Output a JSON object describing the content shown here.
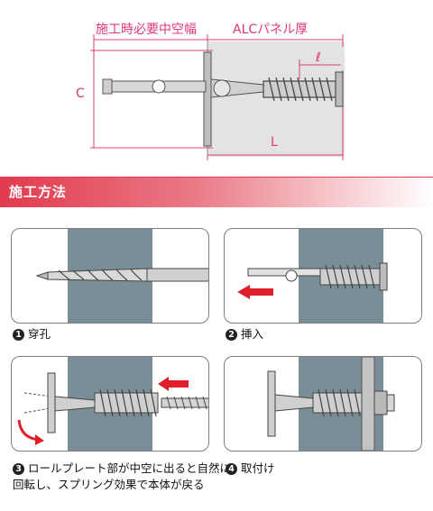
{
  "diagram": {
    "label_hollow_width": "施工時必要中空幅",
    "label_alc_thickness": "ALCパネル厚",
    "label_c": "C",
    "label_l": "L",
    "label_ell": "ℓ"
  },
  "section": {
    "title": "施工方法"
  },
  "steps": [
    {
      "num": "1",
      "line1": "穿孔",
      "line2": ""
    },
    {
      "num": "2",
      "line1": "挿入",
      "line2": ""
    },
    {
      "num": "3",
      "line1": "ロールプレート部が中空に出ると自然に",
      "line2": "回転し、スプリング効果で本体が戻る"
    },
    {
      "num": "4",
      "line1": "取付け",
      "line2": ""
    }
  ],
  "colors": {
    "accent": "#e0387e",
    "band_red": "#e23a4e",
    "wall": "#7a8e98",
    "arrow": "#e01f2c"
  }
}
